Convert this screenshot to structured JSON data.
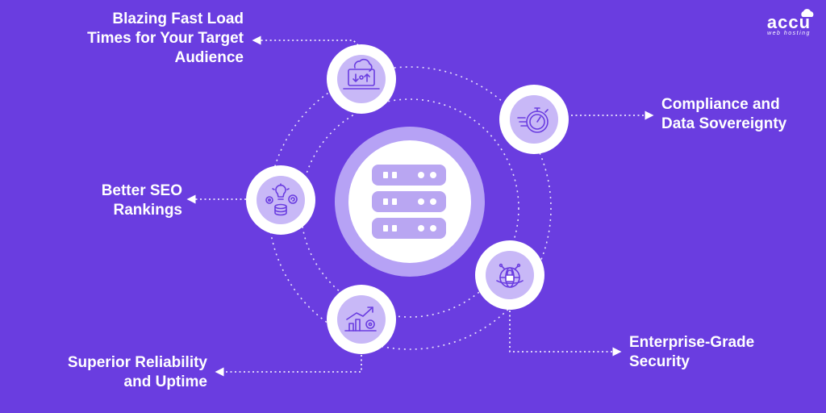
{
  "colors": {
    "background": "#6a3de0",
    "circle_fill": "#ffffff",
    "ring_fill": "#b6a2f5",
    "icon_accent": "#6a3de0",
    "server_fill": "#b9a6f2",
    "connector": "#ffffff"
  },
  "logo": {
    "brand": "accu",
    "tagline": "web hosting",
    "icon": "cloud-icon"
  },
  "center": {
    "icon": "server-stack-icon"
  },
  "benefits": [
    {
      "id": "load-times",
      "lines": [
        "Blazing Fast Load",
        "Times for Your Target",
        "Audience"
      ],
      "icon": "cloud-download-laptop-icon"
    },
    {
      "id": "compliance",
      "lines": [
        "Compliance and",
        "Data Sovereignty"
      ],
      "icon": "stopwatch-icon"
    },
    {
      "id": "seo",
      "lines": [
        "Better SEO",
        "Rankings"
      ],
      "icon": "seo-lightbulb-gear-icon"
    },
    {
      "id": "security",
      "lines": [
        "Enterprise-Grade",
        "Security"
      ],
      "icon": "globe-lock-icon"
    },
    {
      "id": "reliability",
      "lines": [
        "Superior Reliability",
        "and Uptime"
      ],
      "icon": "growth-chart-gear-icon"
    }
  ]
}
